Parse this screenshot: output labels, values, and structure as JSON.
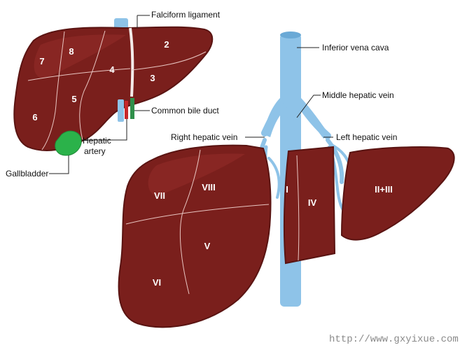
{
  "colors": {
    "liver": "#7a1f1c",
    "liver_highlight": "#8e2a26",
    "liver_outline": "#5a1412",
    "segment_line": "#e9c6c2",
    "vein": "#8ec3e8",
    "vein_dark": "#5f9fcf",
    "gallbladder": "#2bb24a",
    "bile_duct": "#2f8f4a",
    "artery": "#c7282b",
    "leader": "#222222"
  },
  "labels": {
    "falciform_ligament": "Falciform ligament",
    "common_bile_duct": "Common bile duct",
    "hepatic_artery_line1": "Hepatic",
    "hepatic_artery_line2": "artery",
    "gallbladder": "Gallbladder",
    "inferior_vena_cava": "Inferior vena cava",
    "middle_hepatic_vein": "Middle hepatic vein",
    "right_hepatic_vein": "Right hepatic vein",
    "left_hepatic_vein": "Left hepatic vein"
  },
  "left_liver_segments": [
    "7",
    "8",
    "4",
    "2",
    "3",
    "5",
    "6"
  ],
  "right_liver_segments": [
    "VII",
    "VIII",
    "V",
    "VI",
    "I",
    "IV",
    "II+III"
  ],
  "watermark": "http://www.gxyixue.com"
}
